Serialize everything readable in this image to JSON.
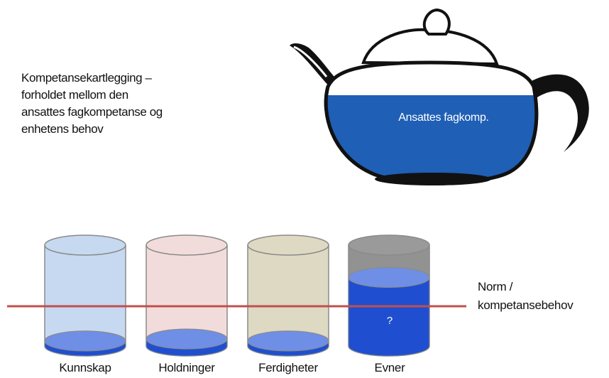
{
  "description": {
    "lines": [
      "Kompetansekartlegging –",
      "forholdet mellom den",
      "ansattes fagkompetanse og",
      "enhetens behov"
    ]
  },
  "teapot": {
    "label": "Ansattes fagkomp.",
    "fill_color": "#1f5fb5"
  },
  "norm": {
    "lines": [
      "Norm /",
      "kompetansebehov"
    ],
    "line_color": "#c0504d"
  },
  "jars": [
    {
      "label": "Kunnskap",
      "body_color": "#c6d9f1",
      "level": 0.05
    },
    {
      "label": "Holdninger",
      "body_color": "#f2dcdb",
      "level": 0.07
    },
    {
      "label": "Ferdigheter",
      "body_color": "#ddd9c3",
      "level": 0.05
    },
    {
      "label": "Evner",
      "body_color": "#7f7f7f",
      "level": 0.68,
      "inner_text": "?"
    }
  ],
  "liquid_color": "#1f4fd0"
}
